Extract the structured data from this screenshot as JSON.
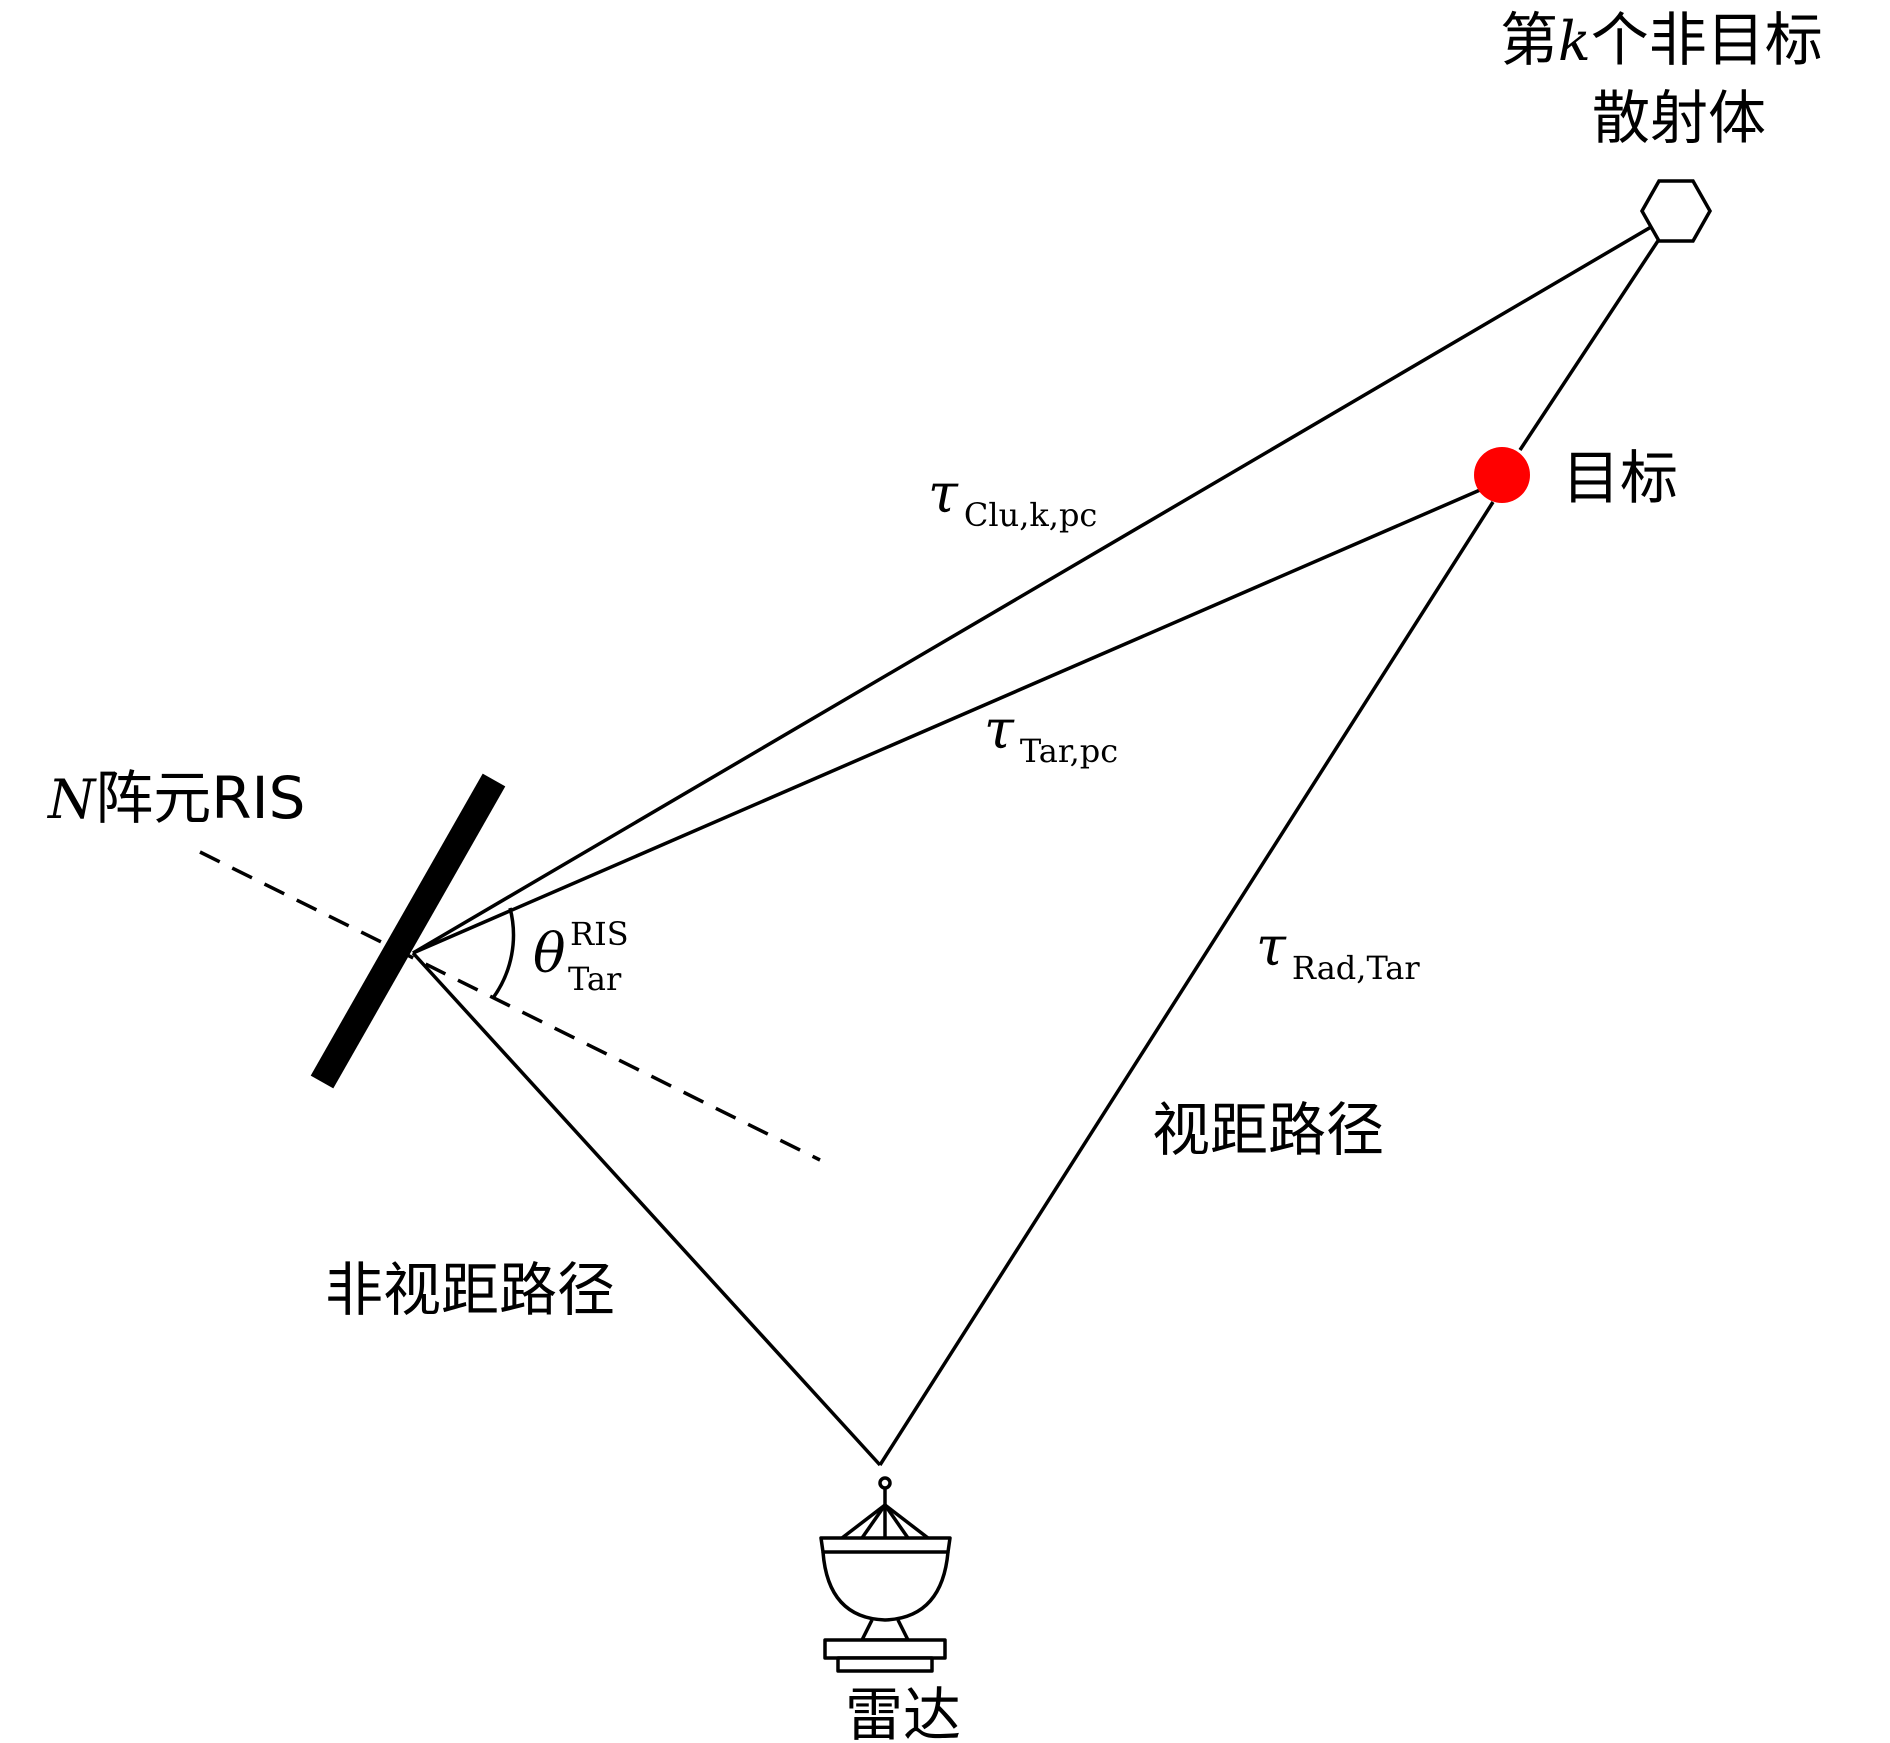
{
  "labels": {
    "scatterer_line1_prefix": "第",
    "scatterer_line1_k": "k",
    "scatterer_line1_suffix": "个非目标",
    "scatterer_line2": "散射体",
    "target": "目标",
    "ris_N": "N",
    "ris_suffix": "阵元RIS",
    "los_path": "视距路径",
    "nlos_path": "非视距路径",
    "radar": "雷达"
  },
  "symbols": {
    "tau_clu": {
      "main": "τ",
      "sub": "Clu,k,pc"
    },
    "tau_tar_pc": {
      "main": "τ",
      "sub": "Tar,pc"
    },
    "tau_rad_tar": {
      "main": "τ",
      "sub": "Rad,Tar"
    },
    "theta": {
      "main": "θ",
      "sup": "RIS",
      "sub": "Tar"
    }
  },
  "colors": {
    "stroke": "#000000",
    "target_fill": "#ff0000",
    "background": "#ffffff"
  },
  "icons": {
    "target": "red-circle",
    "scatterer": "hexagon",
    "radar": "radar-dish-icon",
    "ris": "ris-panel"
  }
}
